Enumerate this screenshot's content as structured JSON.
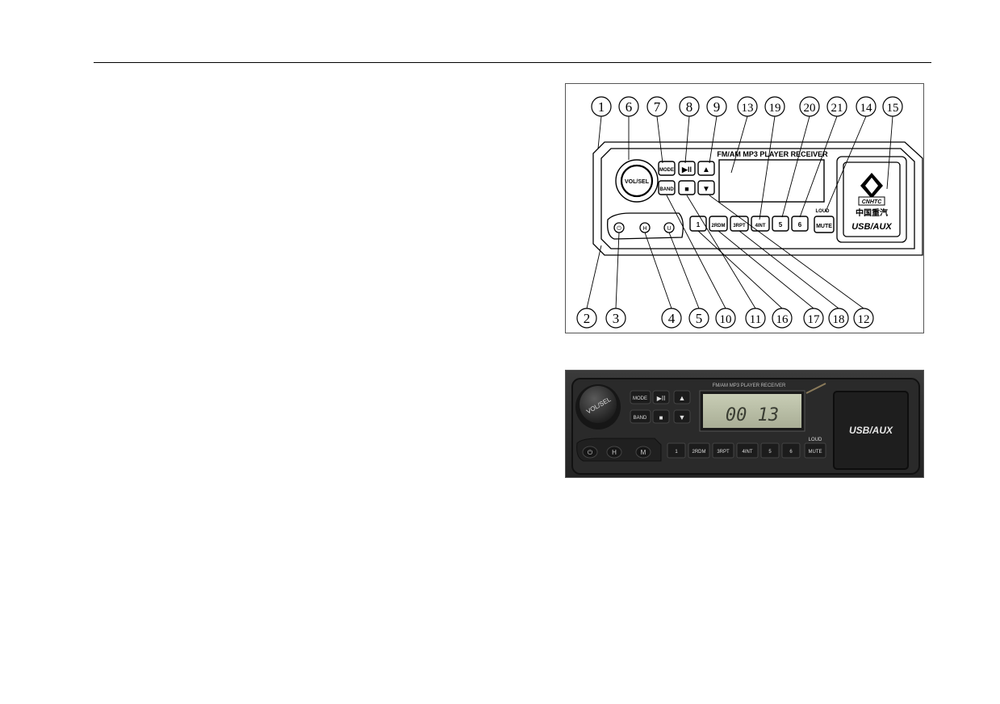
{
  "diagram": {
    "callouts_top": [
      "1",
      "6",
      "7",
      "8",
      "9",
      "13",
      "19",
      "20",
      "21",
      "14",
      "15"
    ],
    "callouts_bottom": [
      "2",
      "3",
      "4",
      "5",
      "10",
      "11",
      "16",
      "17",
      "18",
      "12"
    ],
    "panel_title": "FM/AM MP3 PLAYER RECEIVER",
    "knob_label": "VOL/SEL",
    "mode_label": "MODE",
    "band_label": "BAND",
    "play_pause_symbol": "▶II",
    "stop_symbol": "■",
    "up_symbol": "▲",
    "down_symbol": "▼",
    "preset_labels": [
      "1",
      "2RDM",
      "3RPT",
      "4INT",
      "5",
      "6"
    ],
    "loud_label": "LOUD",
    "mute_label": "MUTE",
    "small_button_labels": [
      "⏻",
      "H",
      "U"
    ],
    "logo_brand": "CNHTC",
    "logo_chinese": "中国重汽",
    "usb_label": "USB/AUX"
  },
  "photo": {
    "panel_title": "FM/AM MP3 PLAYER RECEIVER",
    "knob_label": "VOL/SEL",
    "mode_label": "MODE",
    "band_label": "BAND",
    "play_pause_symbol": "▶II",
    "stop_symbol": "■",
    "up_symbol": "▲",
    "down_symbol": "▼",
    "display_value": "00 13",
    "preset_labels": [
      "1",
      "2RDM",
      "3RPT",
      "4INT",
      "5",
      "6"
    ],
    "loud_label": "LOUD",
    "mute_label": "MUTE",
    "small_button_labels": [
      "⏻",
      "H",
      "M"
    ],
    "usb_label": "USB/AUX"
  }
}
